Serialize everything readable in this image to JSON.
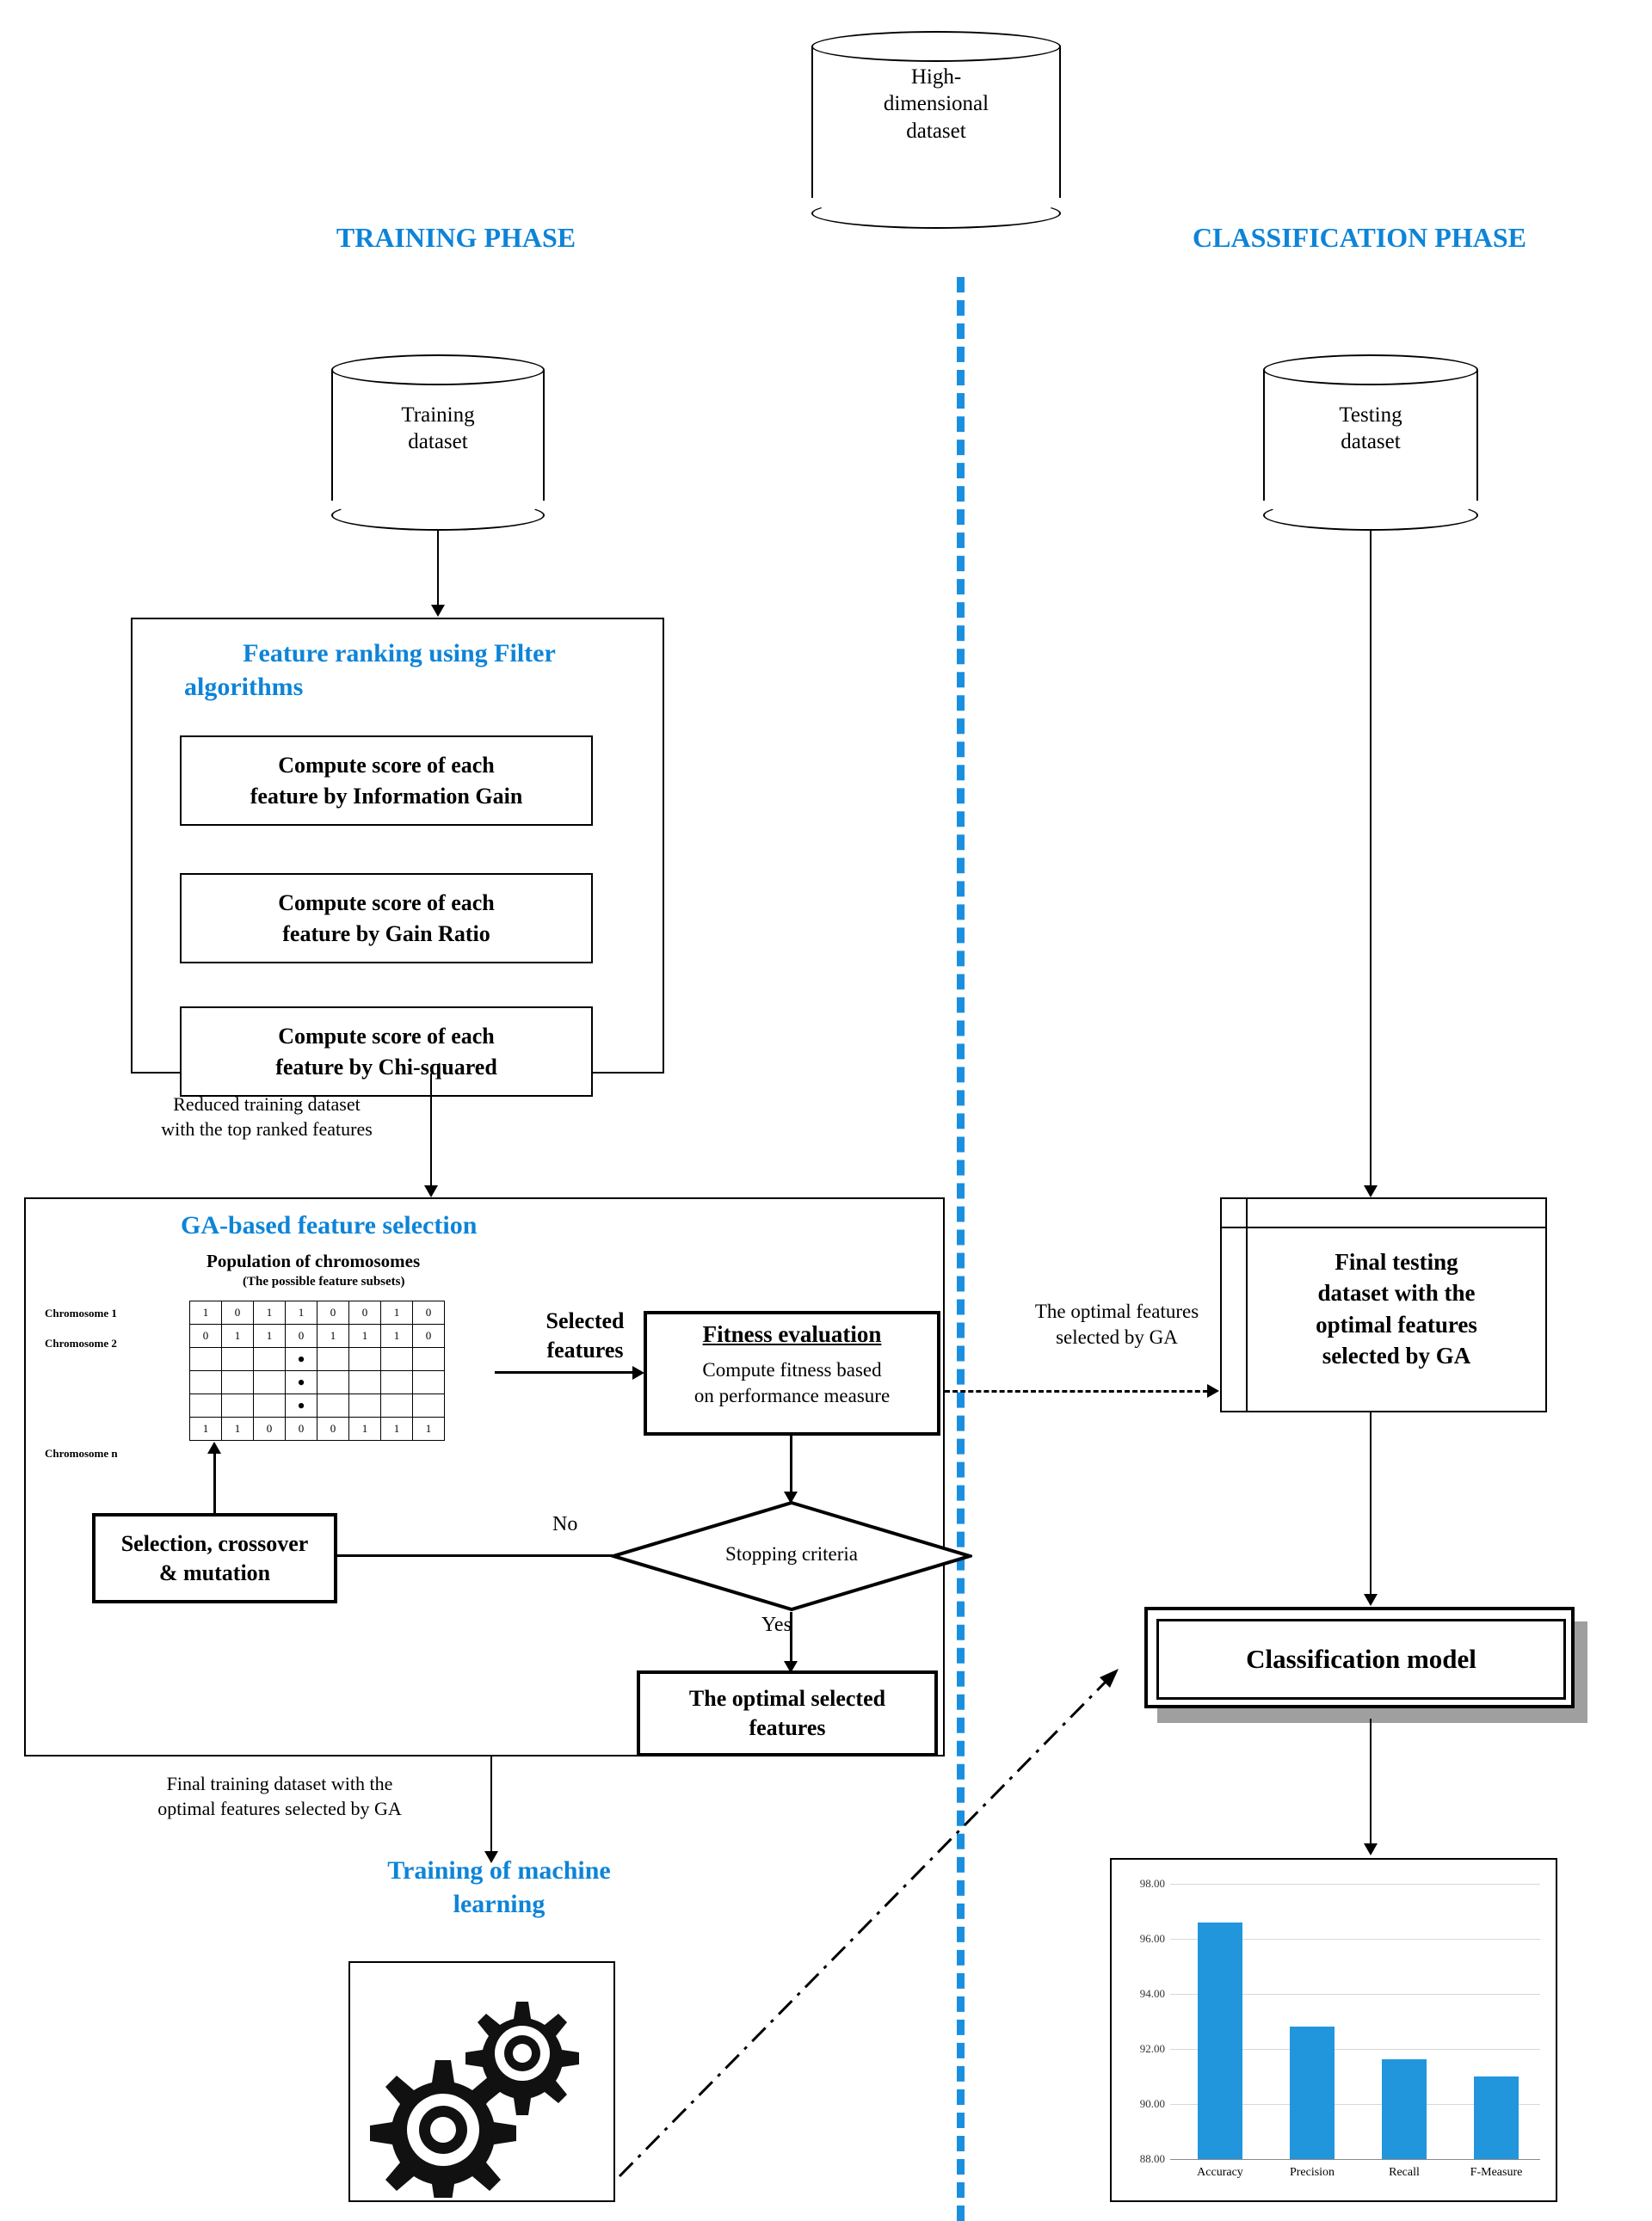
{
  "phases": {
    "training": "TRAINING PHASE",
    "classification": "CLASSIFICATION PHASE"
  },
  "datasets": {
    "high_dimensional": "High-\ndimensional\ndataset",
    "high_dimensional_l1": "High-",
    "high_dimensional_l2": "dimensional",
    "high_dimensional_l3": "dataset",
    "training_l1": "Training",
    "training_l2": "dataset",
    "testing_l1": "Testing",
    "testing_l2": "dataset"
  },
  "filter_block": {
    "title_l1": "Feature ranking using Filter",
    "title_l2": "algorithms",
    "items": [
      {
        "l1": "Compute score of each",
        "l2": "feature by Information Gain"
      },
      {
        "l1": "Compute score of each",
        "l2": "feature by Gain Ratio"
      },
      {
        "l1": "Compute score of each",
        "l2": "feature by Chi-squared"
      }
    ]
  },
  "edges": {
    "reduced_l1": "Reduced training dataset",
    "reduced_l2": "with the top ranked features",
    "final_training_l1": "Final training dataset with the",
    "final_training_l2": "optimal features selected by GA",
    "optimal_features_l1": "The optimal features",
    "optimal_features_l2": "selected by GA",
    "selected_features_l1": "Selected",
    "selected_features_l2": "features",
    "no_label": "No",
    "yes_label": "Yes"
  },
  "ga_block": {
    "title": "GA-based feature selection",
    "population_title": "Population of chromosomes",
    "population_subtitle": "(The possible feature subsets)",
    "row_labels": [
      "Chromosome 1",
      "Chromosome 2",
      "Chromosome n"
    ],
    "rows": [
      [
        "1",
        "0",
        "1",
        "1",
        "0",
        "0",
        "1",
        "0"
      ],
      [
        "0",
        "1",
        "1",
        "0",
        "1",
        "1",
        "1",
        "0"
      ],
      [
        "1",
        "1",
        "0",
        "0",
        "0",
        "1",
        "1",
        "1"
      ]
    ],
    "fitness_title": "Fitness evaluation",
    "fitness_l1": "Compute fitness based",
    "fitness_l2": "on performance measure",
    "stopping": "Stopping criteria",
    "selection_l1": "Selection, crossover",
    "selection_l2": "& mutation",
    "optimal_l1": "The optimal selected",
    "optimal_l2": "features"
  },
  "training_ml": {
    "l1": "Training of machine",
    "l2": "learning"
  },
  "classification": {
    "final_testing_l1": "Final testing",
    "final_testing_l2": "dataset with the",
    "final_testing_l3": "optimal features",
    "final_testing_l4": "selected by GA",
    "model": "Classification model"
  },
  "colors": {
    "accent": "#0d84d8",
    "divider": "#1a8fe0",
    "bar": "#2196dd"
  },
  "chart_data": {
    "type": "bar",
    "categories": [
      "Accuracy",
      "Precision",
      "Recall",
      "F-Measure"
    ],
    "values": [
      96.6,
      92.8,
      91.6,
      91.0
    ],
    "title": "",
    "xlabel": "",
    "ylabel": "",
    "ylim": [
      88.0,
      98.0
    ],
    "yticks": [
      "98.00",
      "96.00",
      "94.00",
      "92.00",
      "90.00",
      "88.00"
    ],
    "grid": true,
    "legend": "none"
  }
}
